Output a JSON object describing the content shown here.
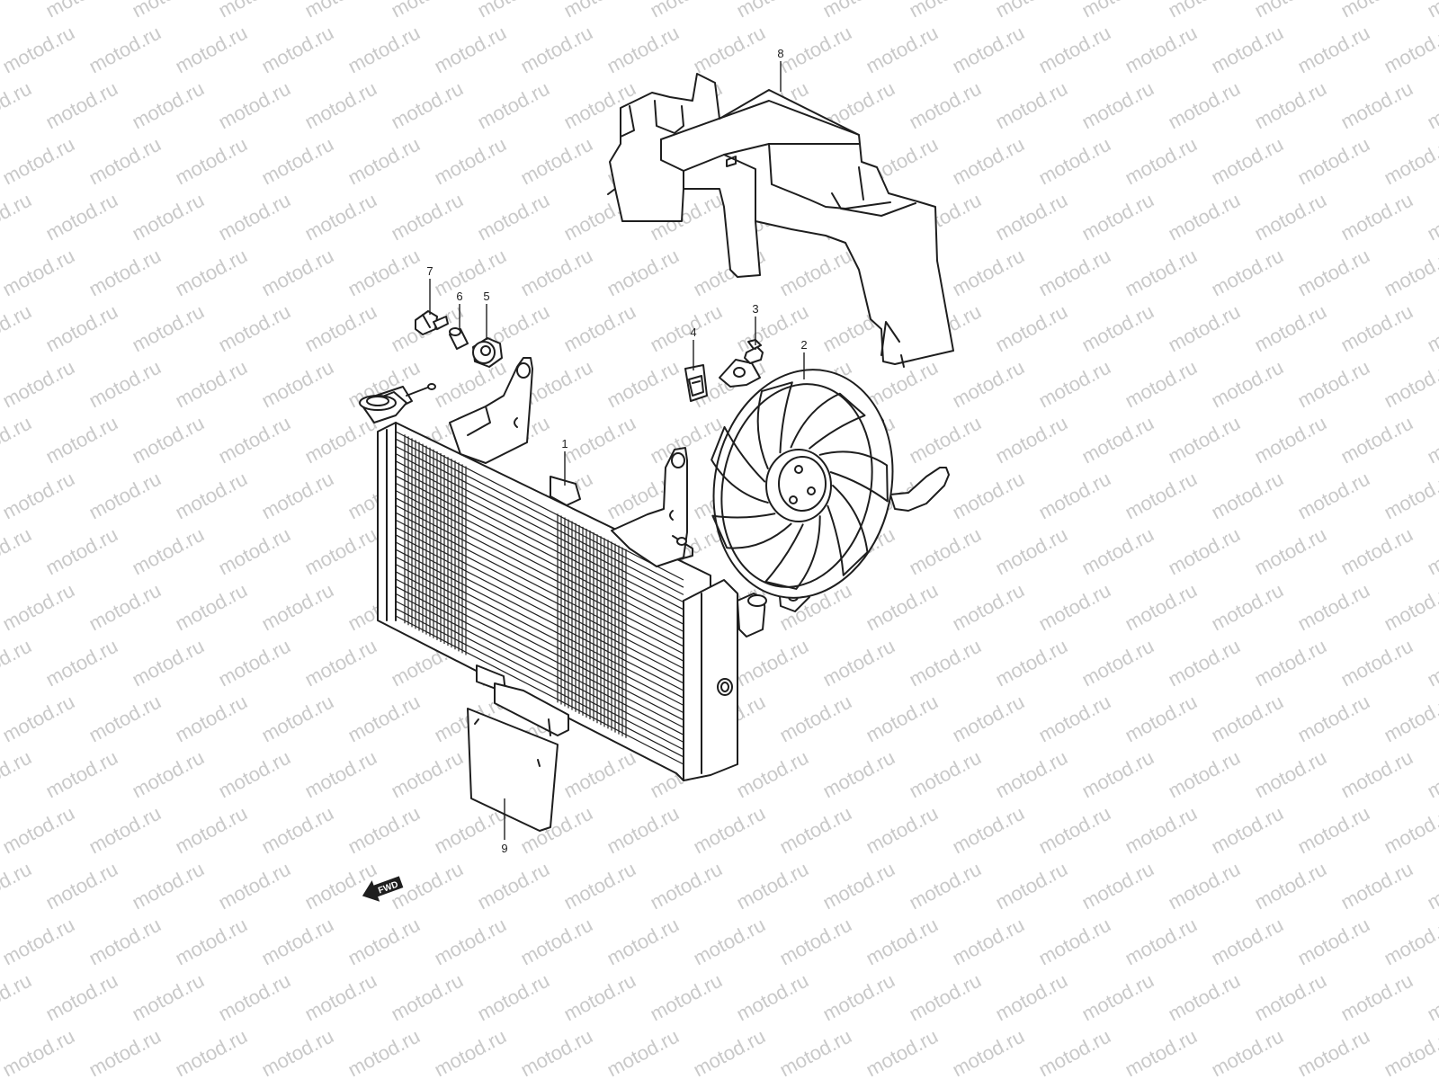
{
  "watermark": {
    "text": "motod.ru"
  },
  "diagram": {
    "direction_label": "FWD",
    "callouts": [
      {
        "id": "1",
        "label": "1"
      },
      {
        "id": "2",
        "label": "2"
      },
      {
        "id": "3",
        "label": "3"
      },
      {
        "id": "4",
        "label": "4"
      },
      {
        "id": "5",
        "label": "5"
      },
      {
        "id": "6",
        "label": "6"
      },
      {
        "id": "7",
        "label": "7"
      },
      {
        "id": "8",
        "label": "8"
      },
      {
        "id": "9",
        "label": "9"
      }
    ]
  }
}
